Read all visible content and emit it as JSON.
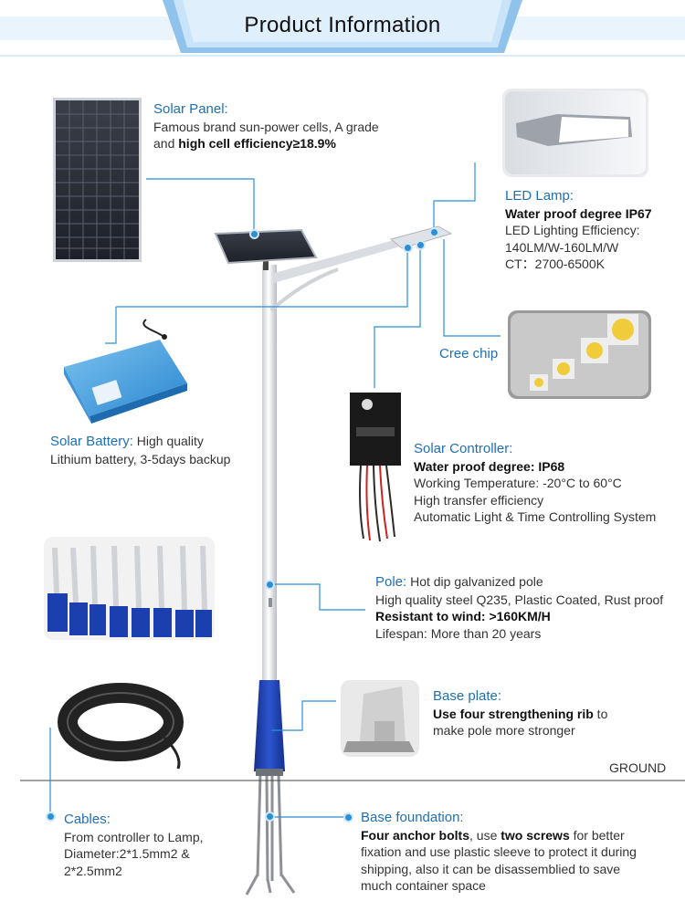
{
  "header": {
    "title": "Product Information"
  },
  "solar_panel": {
    "heading": "Solar Panel:",
    "line1": "Famous brand sun-power cells, A grade",
    "line2_pre": "and ",
    "line2_bold": "high cell efficiency≥18.9%"
  },
  "led_lamp": {
    "heading": "LED Lamp:",
    "line1_bold": "Water proof degree IP67",
    "line2": "LED Lighting Efficiency:",
    "line3": "140LM/W-160LM/W",
    "line4": "CT：2700-6500K"
  },
  "cree": {
    "label": "Cree chip"
  },
  "battery": {
    "heading": "Solar Battery:",
    "line1_rest": " High quality",
    "line2": "Lithium battery, 3-5days backup"
  },
  "controller": {
    "heading": "Solar Controller:",
    "line1_bold": "Water proof degree: IP68",
    "line2": "Working Temperature: -20°C to 60°C",
    "line3": "High transfer efficiency",
    "line4": "Automatic Light & Time Controlling System"
  },
  "pole": {
    "heading": "Pole:",
    "line1_rest": " Hot dip galvanized pole",
    "line2": "High quality steel Q235, Plastic Coated, Rust proof",
    "line3_bold": "Resistant to wind:",
    "line3_rest": "  >160KM/H",
    "line4": "Lifespan: More than 20 years"
  },
  "base_plate": {
    "heading": "Base plate:",
    "line1_bold": "Use four strengthening rib",
    "line1_rest": " to",
    "line2": "make pole more stronger"
  },
  "ground": {
    "label": "GROUND"
  },
  "cables": {
    "heading": "Cables:",
    "line1": "From controller to Lamp,",
    "line2": "Diameter:2*1.5mm2 &",
    "line3": "2*2.5mm2"
  },
  "foundation": {
    "heading": "Base foundation:",
    "line1_bold1": "Four anchor bolts",
    "line1_mid": ", use ",
    "line1_bold2": "two screws",
    "line1_rest": " for better",
    "line2": "fixation and use plastic sleeve to protect it during",
    "line3": "shipping, also it can be disassemblied to save",
    "line4": "much container space"
  },
  "colors": {
    "accent": "#1f6fb5",
    "leader": "#2b8fd6",
    "banner": "#c7e3f7",
    "pole_blue": "#1b3fae"
  }
}
